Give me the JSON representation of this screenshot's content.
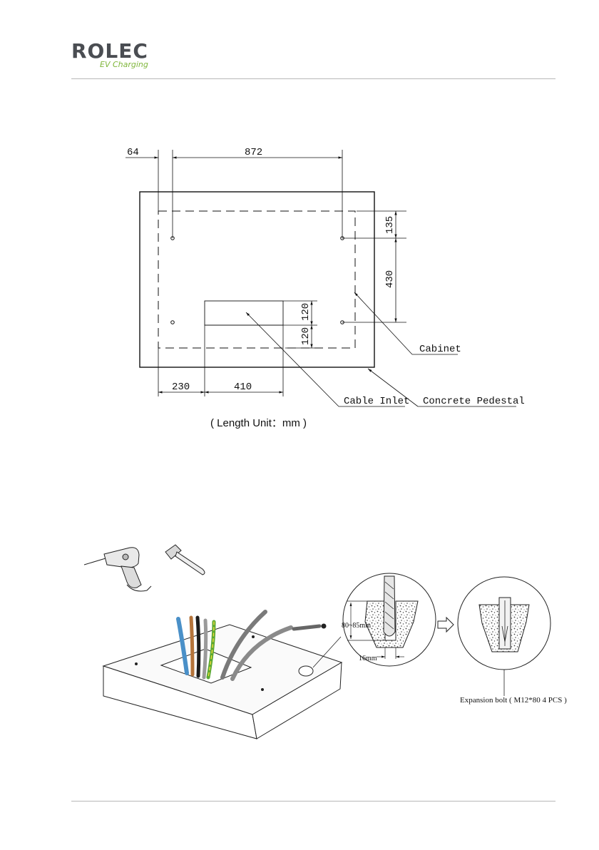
{
  "header": {
    "logo_word": "ROLEC",
    "logo_sub": "EV Charging"
  },
  "drawing": {
    "dims": {
      "d64": "64",
      "d872": "872",
      "d135": "135",
      "d430": "430",
      "d120a": "120",
      "d120b": "120",
      "d230": "230",
      "d410": "410"
    },
    "labels": {
      "cabinet": "Cabinet",
      "cable_inlet": "Cable Inlet",
      "pedestal": "Concrete Pedestal"
    },
    "unit_note": "( Length Unit：mm )"
  },
  "install": {
    "depth_label": "80~85mm",
    "width_label": "16mm",
    "bolt_label": "Expansion bolt ( M12*80 4 PCS )"
  },
  "colors": {
    "logo_grey": "#4a4d52",
    "logo_green": "#7fb63a",
    "wire_blue": "#4a90c8",
    "wire_brown": "#b5743a",
    "wire_black": "#1a1a1a",
    "wire_grey": "#9a9a9a",
    "wire_green_yellow": "#5aa832"
  }
}
